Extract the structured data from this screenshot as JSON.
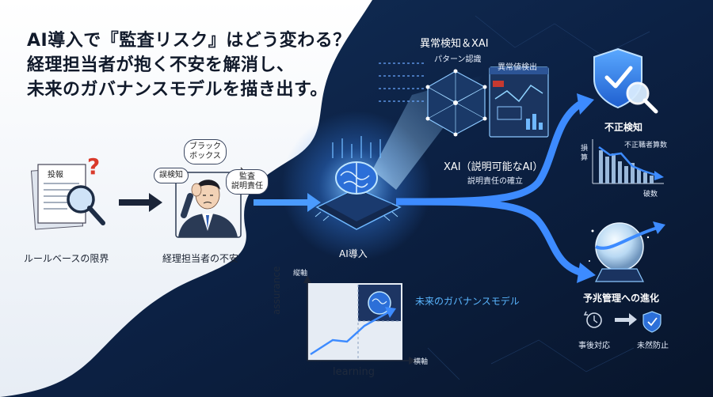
{
  "title": {
    "line1": "AI導入で『監査リスク』はどう変わる？",
    "line2": "経理担当者が抱く不安を解消し、",
    "line3": "未来のガバナンスモデルを描き出す。"
  },
  "left": {
    "doc_tag": "投報",
    "question_mark": "?",
    "label": "ルールベースの限界"
  },
  "worker": {
    "bubble_blackbox_1": "ブラック",
    "bubble_blackbox_2": "ボックス",
    "bubble_misdetect": "誤検知",
    "bubble_accountability_1": "監査",
    "bubble_accountability_2": "説明責任",
    "label": "経理担当者の不安"
  },
  "ai": {
    "label": "AI導入"
  },
  "anomaly": {
    "title": "異常検知＆XAI",
    "pattern": "パターン認識",
    "anomaly_value": "異常値検出"
  },
  "xai": {
    "title": "XAI（説明可能なAI）",
    "subtitle": "説明責任の確立"
  },
  "fraud": {
    "title": "不正検知",
    "y_label_1": "損",
    "y_label_2": "算",
    "series_label": "不正職者算数",
    "x_label": "破数"
  },
  "predictive": {
    "title": "予兆管理への進化",
    "from": "事後対応",
    "to": "未然防止"
  },
  "bottom_chart": {
    "y_axis_top": "縦軸",
    "y_axis": "assurance",
    "x_axis": "learning",
    "x_axis_right": "横軸",
    "future_label": "未来のガバナンスモデル"
  },
  "colors": {
    "navy": "#0b1a33",
    "accent_blue": "#3d8bff",
    "light_blue": "#7cc4ff",
    "red": "#d93a2b"
  }
}
